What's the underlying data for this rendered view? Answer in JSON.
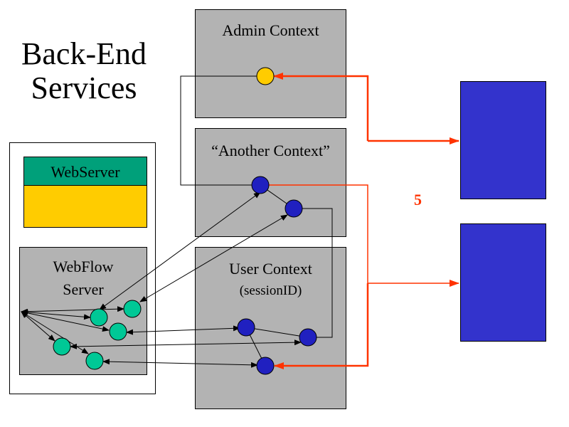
{
  "title": {
    "line1": "Back-End",
    "line2": "Services"
  },
  "contexts": {
    "admin": "Admin Context",
    "another": "“Another Context”",
    "user": "User Context",
    "user_sub": "(sessionID)"
  },
  "webserver": {
    "label": "WebServer"
  },
  "webflow": {
    "line1": "WebFlow",
    "line2": "Server"
  },
  "step_label": "5",
  "colors": {
    "context_fill": "#b3b3b3",
    "webserver_header": "#00a07a",
    "webserver_body": "#ffcc00",
    "green_node": "#00c896",
    "blue_node": "#2020c0",
    "yellow_node": "#ffcc00",
    "remote_box": "#3333cc",
    "red_arrow": "#ff3300"
  }
}
